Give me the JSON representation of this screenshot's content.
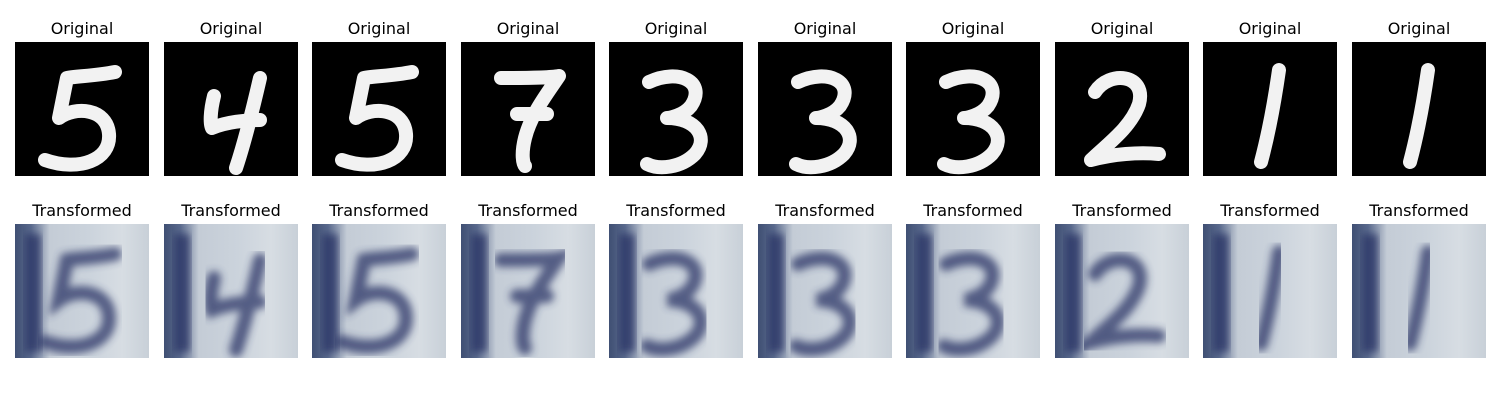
{
  "panels": [
    {
      "original_title": "Original",
      "transformed_title": "Transformed",
      "digit": "5"
    },
    {
      "original_title": "Original",
      "transformed_title": "Transformed",
      "digit": "4"
    },
    {
      "original_title": "Original",
      "transformed_title": "Transformed",
      "digit": "5"
    },
    {
      "original_title": "Original",
      "transformed_title": "Transformed",
      "digit": "7"
    },
    {
      "original_title": "Original",
      "transformed_title": "Transformed",
      "digit": "3"
    },
    {
      "original_title": "Original",
      "transformed_title": "Transformed",
      "digit": "3"
    },
    {
      "original_title": "Original",
      "transformed_title": "Transformed",
      "digit": "3"
    },
    {
      "original_title": "Original",
      "transformed_title": "Transformed",
      "digit": "2"
    },
    {
      "original_title": "Original",
      "transformed_title": "Transformed",
      "digit": "1"
    },
    {
      "original_title": "Original",
      "transformed_title": "Transformed",
      "digit": "1"
    }
  ],
  "colors": {
    "original_bg": "#000000",
    "digit_fg": "#f2f2f2",
    "transformed_ink": "#2b3566"
  }
}
